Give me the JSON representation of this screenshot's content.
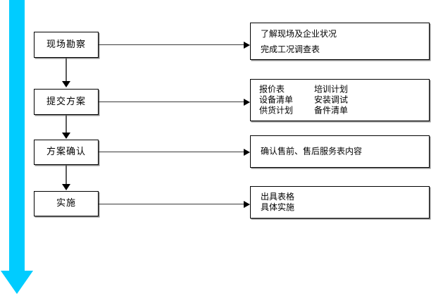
{
  "diagram": {
    "flow_arrow": {
      "name": "process-direction-arrow",
      "color": "#00CCFF",
      "direction": "down"
    },
    "steps": [
      {
        "label": "现场勘察"
      },
      {
        "label": "提交方案"
      },
      {
        "label": "方案确认"
      },
      {
        "label": "实施"
      }
    ],
    "details": [
      {
        "layout": "lines-spaced",
        "lines": [
          "了解现场及企业状况",
          "完成工况调查表"
        ]
      },
      {
        "layout": "columns",
        "columns": [
          [
            "报价表",
            "设备清单",
            "供货计划"
          ],
          [
            "培训计划",
            "安装调试",
            "备件清单"
          ]
        ]
      },
      {
        "layout": "lines",
        "lines": [
          "确认售前、售后服务表内容"
        ]
      },
      {
        "layout": "lines",
        "lines": [
          "出具表格",
          "具体实施"
        ]
      }
    ]
  }
}
